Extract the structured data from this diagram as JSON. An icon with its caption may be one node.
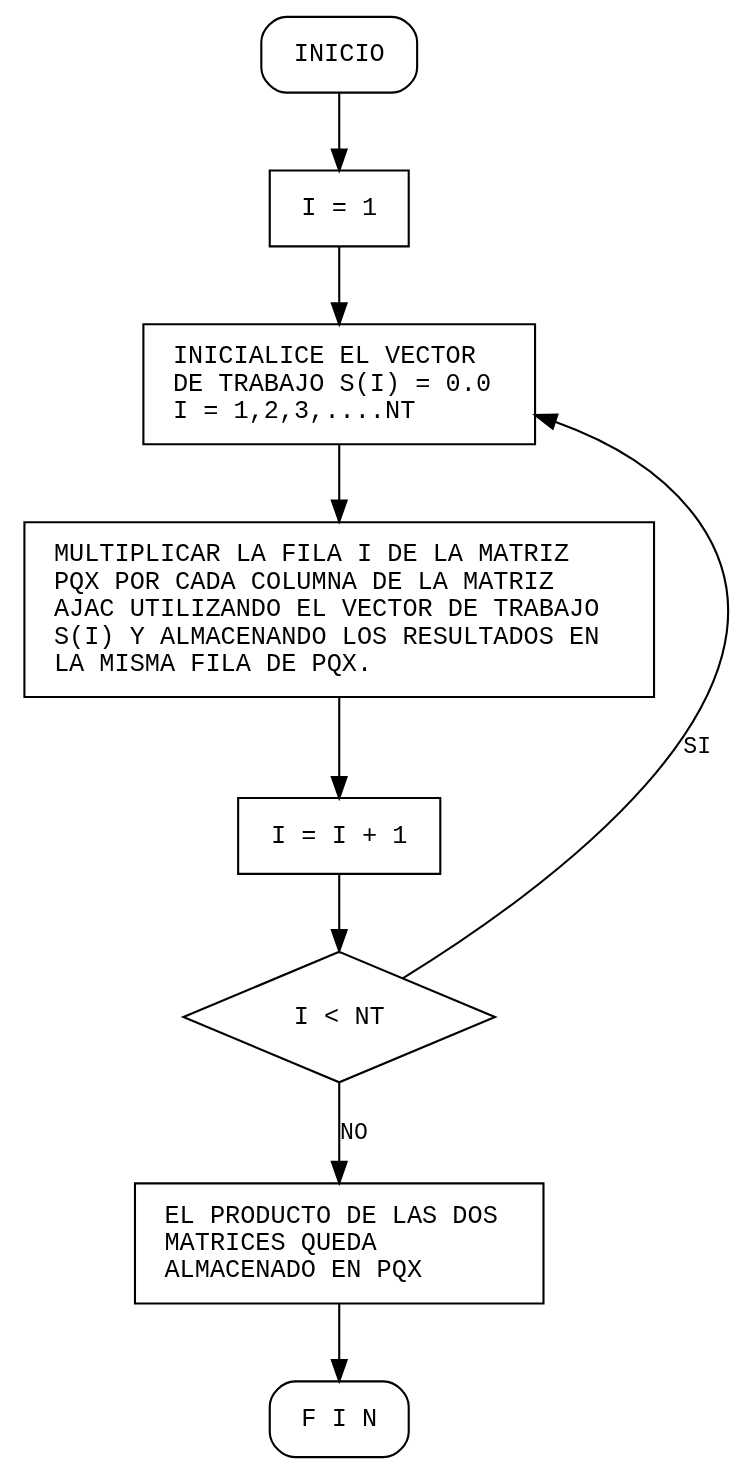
{
  "diagram": {
    "nodes": [
      {
        "text": [
          "INICIO"
        ]
      },
      {
        "text": [
          "I = 1"
        ]
      },
      {
        "text": [
          "INICIALICE EL VECTOR DE TRABAJO S(I) = 0.0 I = 1,2,3,....NT"
        ]
      },
      {
        "text": [
          "MULTIPLICAR LA FILA I DE LA MATRIZ PQX POR CADA COLUMNA DE LA MATRIZ AJAC UTILIZANDO EL VECTOR DE TRABAJO S(I) Y ALMACENANDO LOS RESULTADOS EN LA MISMA FILA DE PQX."
        ]
      },
      {
        "text": [
          "I = I + 1"
        ]
      },
      {
        "text": [
          "I < NT"
        ]
      },
      {
        "text": [
          "EL PRODUCTO DE LAS DOS MATRICES QUEDA ALMACENADO EN PQX"
        ]
      },
      {
        "text": [
          "F I N"
        ]
      }
    ],
    "edges": [
      {
        "from": 0,
        "to": 1,
        "arrow": "to"
      },
      {
        "from": 1,
        "to": 2,
        "arrow": "to"
      },
      {
        "from": 2,
        "to": 3,
        "arrow": "to"
      },
      {
        "from": 3,
        "to": 4,
        "arrow": "to"
      },
      {
        "from": 4,
        "to": 5,
        "arrow": "to"
      },
      {
        "from": 5,
        "to": 2,
        "arrow": "to",
        "label": "SI"
      },
      {
        "from": 5,
        "to": 6,
        "arrow": "to",
        "label": "NO"
      },
      {
        "from": 6,
        "to": 7,
        "arrow": "to"
      }
    ]
  }
}
